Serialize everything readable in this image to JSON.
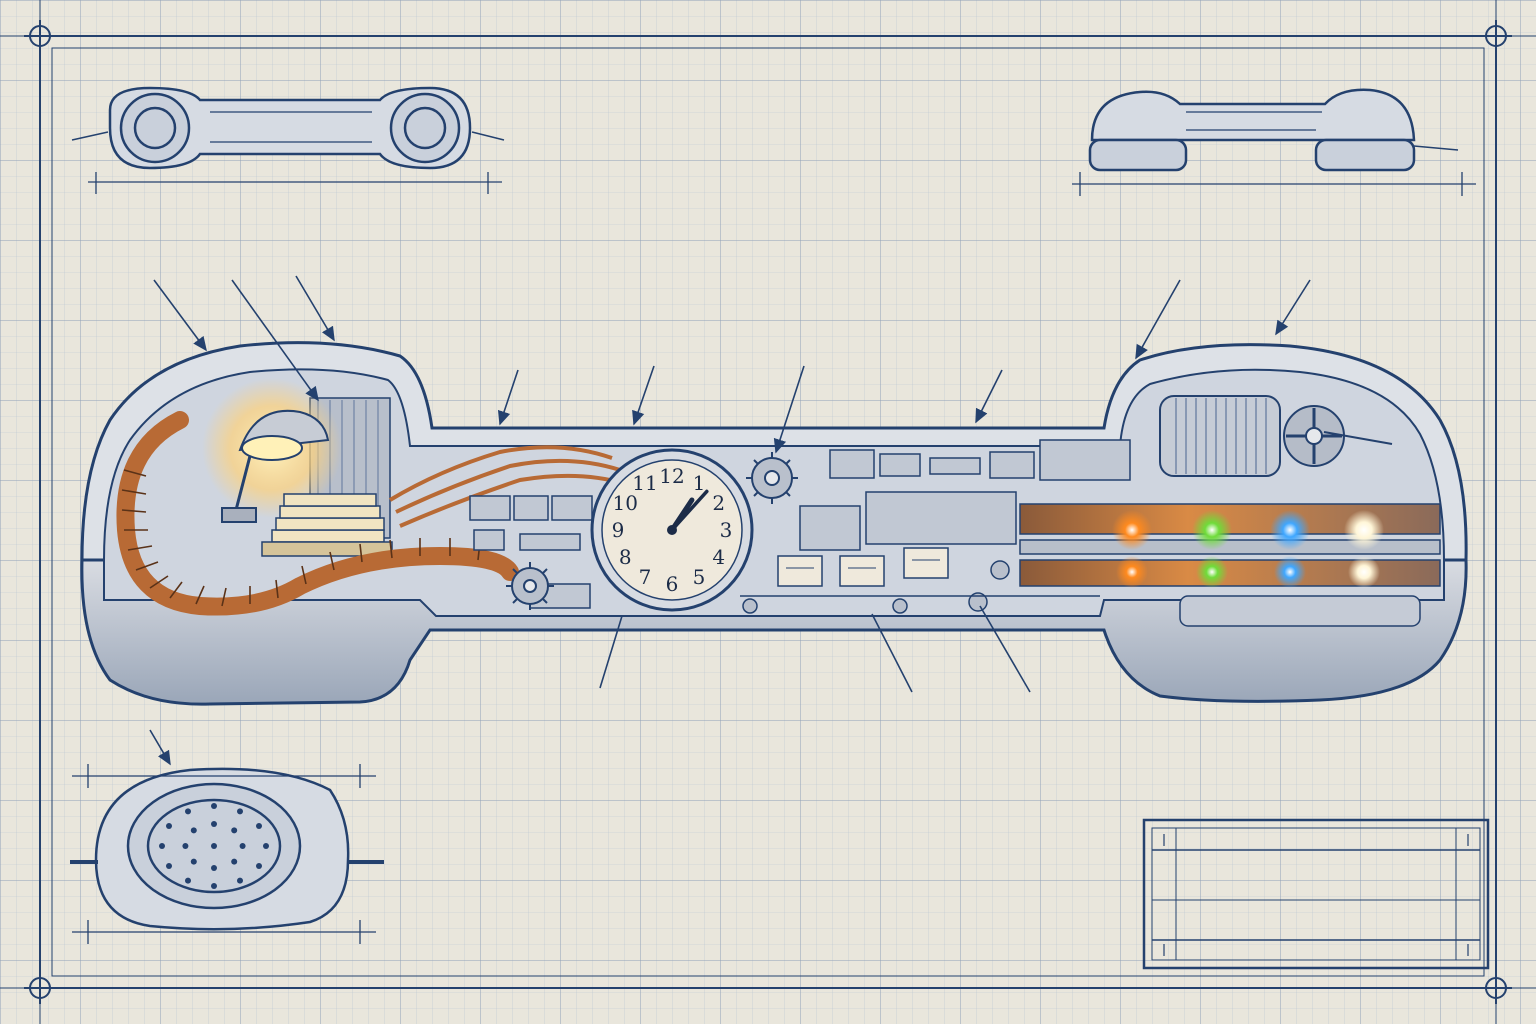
{
  "colors": {
    "paper": "#e9e6dc",
    "grid_minor": "#b9c4d2",
    "grid_major": "#8fa0b8",
    "ink": "#24416e",
    "ink_light": "#4a6590",
    "copper": "#b86a35",
    "lamp_glow": "#ffd27a",
    "light_orange": "#ff8a1e",
    "light_green": "#6fdc3a",
    "light_blue": "#3fa7ff",
    "light_white": "#fff6d8",
    "clock_face": "#efe9dc"
  },
  "icons": {
    "corner_marks": "crosshair-circle",
    "top_left_view": "handset-top-view",
    "top_right_view": "handset-side-view",
    "bottom_left_view": "earpiece-front-view",
    "main_view": "handset-cutaway"
  },
  "clock": {
    "numerals": [
      "12",
      "1",
      "2",
      "3",
      "4",
      "5",
      "6",
      "7",
      "8",
      "9",
      "10",
      "11"
    ],
    "time_hours": 1,
    "time_minutes": 7
  },
  "title_block": {
    "rows": 3
  }
}
